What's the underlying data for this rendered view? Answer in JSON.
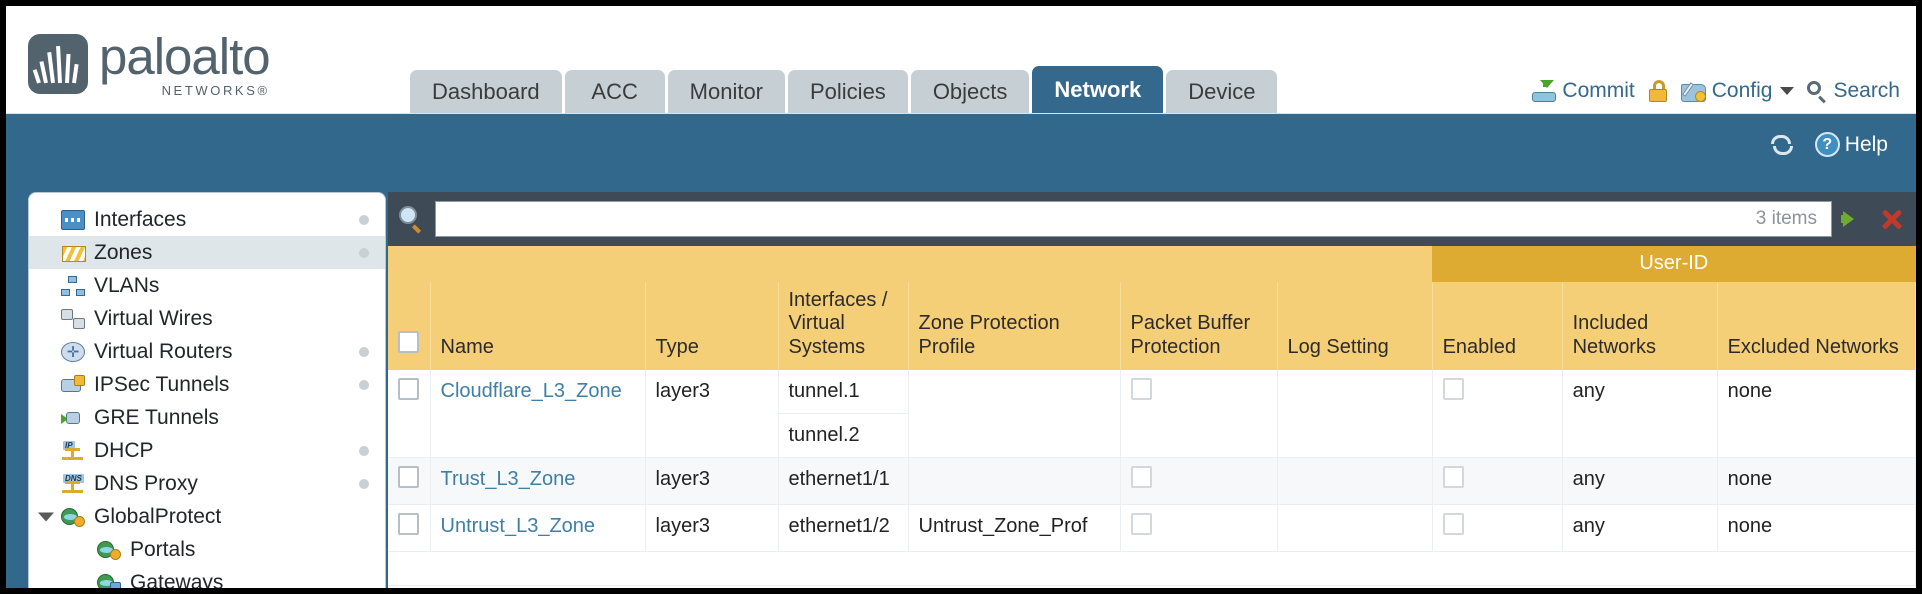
{
  "brand": {
    "name": "paloalto",
    "tagline": "NETWORKS®"
  },
  "nav": {
    "tabs": [
      {
        "label": "Dashboard",
        "active": false
      },
      {
        "label": "ACC",
        "active": false
      },
      {
        "label": "Monitor",
        "active": false
      },
      {
        "label": "Policies",
        "active": false
      },
      {
        "label": "Objects",
        "active": false
      },
      {
        "label": "Network",
        "active": true
      },
      {
        "label": "Device",
        "active": false
      }
    ]
  },
  "top_actions": {
    "commit": "Commit",
    "config": "Config",
    "search": "Search",
    "lock_icon": "unlock-icon"
  },
  "blue_bar": {
    "help": "Help",
    "refresh_icon": "refresh-icon"
  },
  "sidebar": {
    "items": [
      {
        "label": "Interfaces",
        "icon": "interfaces-icon",
        "dot": true,
        "active": false,
        "child": false,
        "expander": false
      },
      {
        "label": "Zones",
        "icon": "zones-icon",
        "dot": true,
        "active": true,
        "child": false,
        "expander": false
      },
      {
        "label": "VLANs",
        "icon": "vlans-icon",
        "dot": false,
        "active": false,
        "child": false,
        "expander": false
      },
      {
        "label": "Virtual Wires",
        "icon": "virtual-wires-icon",
        "dot": false,
        "active": false,
        "child": false,
        "expander": false
      },
      {
        "label": "Virtual Routers",
        "icon": "virtual-routers-icon",
        "dot": true,
        "active": false,
        "child": false,
        "expander": false
      },
      {
        "label": "IPSec Tunnels",
        "icon": "ipsec-tunnels-icon",
        "dot": true,
        "active": false,
        "child": false,
        "expander": false
      },
      {
        "label": "GRE Tunnels",
        "icon": "gre-tunnels-icon",
        "dot": false,
        "active": false,
        "child": false,
        "expander": false
      },
      {
        "label": "DHCP",
        "icon": "dhcp-icon",
        "dot": true,
        "active": false,
        "child": false,
        "expander": false
      },
      {
        "label": "DNS Proxy",
        "icon": "dns-proxy-icon",
        "dot": true,
        "active": false,
        "child": false,
        "expander": false
      },
      {
        "label": "GlobalProtect",
        "icon": "globalprotect-icon",
        "dot": false,
        "active": false,
        "child": false,
        "expander": true
      },
      {
        "label": "Portals",
        "icon": "portals-icon",
        "dot": false,
        "active": false,
        "child": true,
        "expander": false
      },
      {
        "label": "Gateways",
        "icon": "gateways-icon",
        "dot": false,
        "active": false,
        "child": true,
        "expander": false
      }
    ]
  },
  "search": {
    "value": "",
    "placeholder": "",
    "item_count": "3 items",
    "go_icon": "go-arrow-icon",
    "clear_icon": "clear-x-icon",
    "magnifier_icon": "search-icon"
  },
  "table": {
    "group_header": "User-ID",
    "columns": [
      "Name",
      "Type",
      "Interfaces / Virtual Systems",
      "Zone Protection Profile",
      "Packet Buffer Protection",
      "Log Setting",
      "Enabled",
      "Included Networks",
      "Excluded Networks"
    ],
    "rows": [
      {
        "name": "Cloudflare_L3_Zone",
        "type": "layer3",
        "interfaces": [
          "tunnel.1",
          "tunnel.2"
        ],
        "zone_protection_profile": "",
        "packet_buffer_protection": false,
        "log_setting": "",
        "userid_enabled": false,
        "included_networks": "any",
        "excluded_networks": "none"
      },
      {
        "name": "Trust_L3_Zone",
        "type": "layer3",
        "interfaces": [
          "ethernet1/1"
        ],
        "zone_protection_profile": "",
        "packet_buffer_protection": false,
        "log_setting": "",
        "userid_enabled": false,
        "included_networks": "any",
        "excluded_networks": "none"
      },
      {
        "name": "Untrust_L3_Zone",
        "type": "layer3",
        "interfaces": [
          "ethernet1/2"
        ],
        "zone_protection_profile": "Untrust_Zone_Prof",
        "packet_buffer_protection": false,
        "log_setting": "",
        "userid_enabled": false,
        "included_networks": "any",
        "excluded_networks": "none"
      }
    ]
  },
  "colors": {
    "brand_blue": "#31688c",
    "tab_inactive": "#c6d0d4",
    "table_header": "#f5cf78",
    "group_header": "#ddab31",
    "link": "#3d7fa6",
    "toolbar_dark": "#3e4a55"
  }
}
